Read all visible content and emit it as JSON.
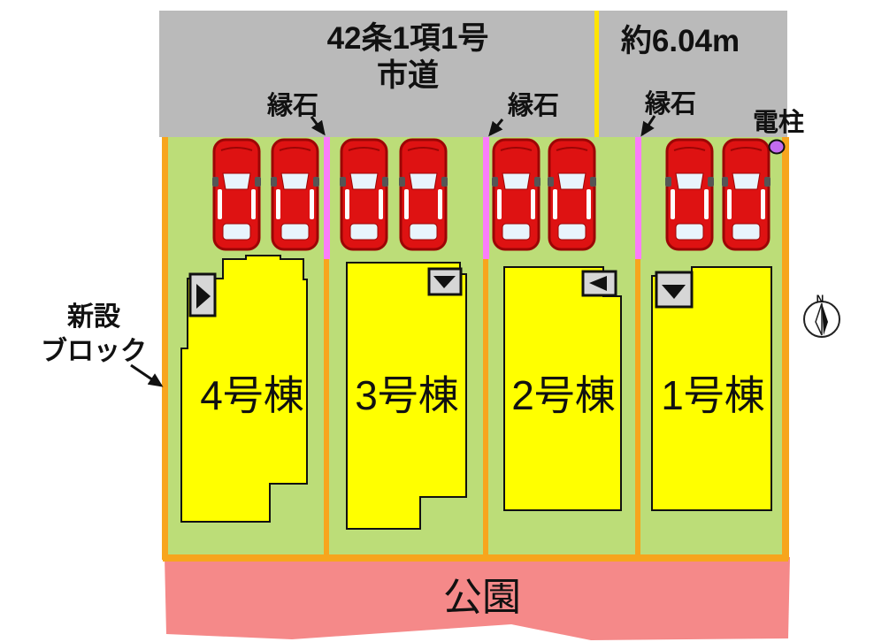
{
  "road": {
    "regulation": "42条1項1号",
    "type": "市道",
    "width_label": "約6.04m"
  },
  "labels": {
    "curbs": [
      "縁石",
      "縁石",
      "縁石"
    ],
    "utility_pole": "電柱",
    "new_block_line1": "新設",
    "new_block_line2": "ブロック",
    "park": "公園",
    "compass_north": "N"
  },
  "buildings": [
    {
      "label": "4号棟"
    },
    {
      "label": "3号棟"
    },
    {
      "label": "2号棟"
    },
    {
      "label": "1号棟"
    }
  ],
  "colors": {
    "road": "#BABABA",
    "road_line": "#FFE400",
    "lot": "#BCDD78",
    "building": "#FFFF00",
    "boundary": "#F7A51D",
    "curb": "#FA7DFA",
    "park": "#F58989",
    "pole": "#C36BF0",
    "marker_box": "#D6D6D6",
    "car_body": "#DE1212"
  }
}
